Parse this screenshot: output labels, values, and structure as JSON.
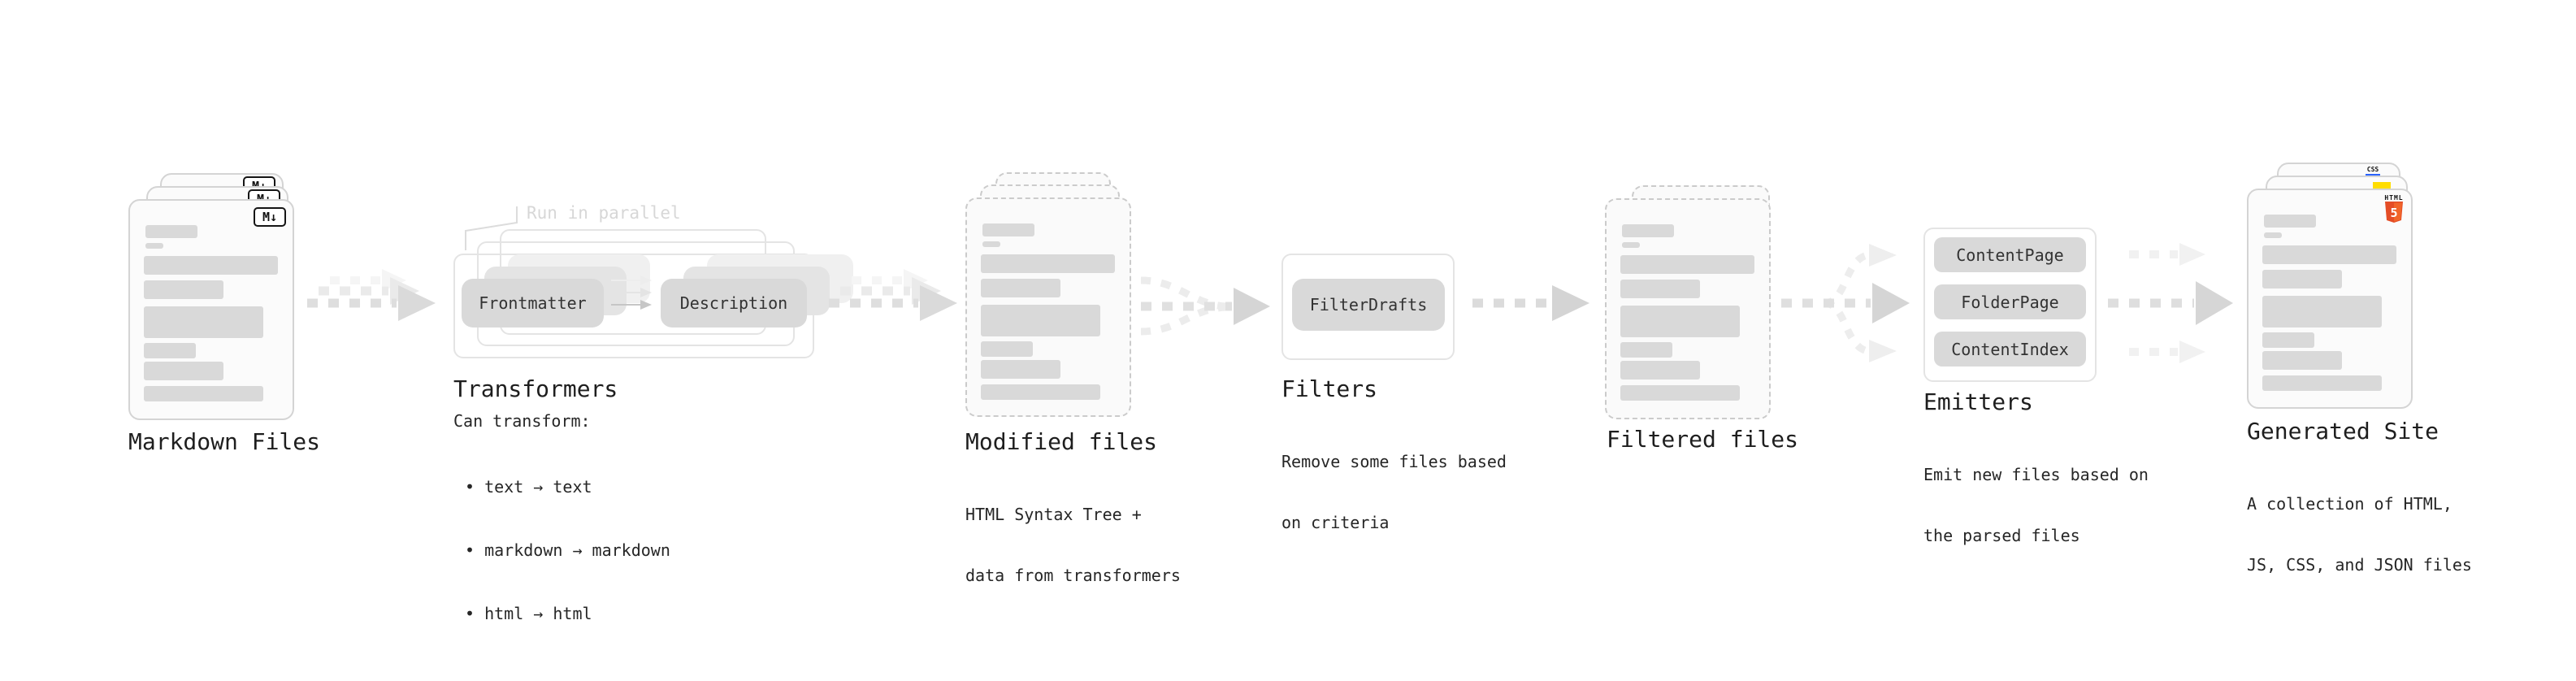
{
  "stages": {
    "markdown_files": {
      "label": "Markdown Files",
      "badge": "M↓"
    },
    "transformers": {
      "label": "Transformers",
      "annotation": "Run in parallel",
      "input_pill": "Frontmatter",
      "output_pill": "Description",
      "desc_heading": "Can transform:",
      "bullets": [
        "• text → text",
        "• markdown → markdown",
        "• html → html"
      ]
    },
    "modified_files": {
      "label": "Modified files",
      "desc": [
        "HTML Syntax Tree +",
        "data from transformers"
      ]
    },
    "filters": {
      "label": "Filters",
      "pill": "FilterDrafts",
      "desc": [
        "Remove some files based",
        "on criteria"
      ]
    },
    "filtered_files": {
      "label": "Filtered files"
    },
    "emitters": {
      "label": "Emitters",
      "pills": [
        "ContentPage",
        "FolderPage",
        "ContentIndex"
      ],
      "desc": [
        "Emit new files based on",
        "the parsed files"
      ]
    },
    "generated_site": {
      "label": "Generated Site",
      "desc": [
        "A collection of HTML,",
        "JS, CSS, and JSON files"
      ],
      "badge_css": "CSS",
      "badge_html": "HTML",
      "badge_html5": "5"
    }
  },
  "icons": {
    "markdown_icon": "markdown-logo",
    "css_icon": "css-blue-underline",
    "js_icon": "js-yellow-square",
    "html5_icon": "html5-shield"
  },
  "colors": {
    "css_blue": "#2962ff",
    "js_yellow": "#ffdd00",
    "html5_orange": "#e44d26",
    "html5_orange_light": "#f16529",
    "skeleton_gray": "#d9d9d9"
  }
}
